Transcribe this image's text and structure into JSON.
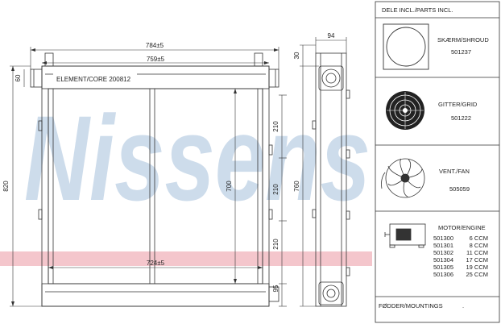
{
  "drawing": {
    "element_label": "ELEMENT/CORE 200812",
    "watermark": "Nissens",
    "dims": {
      "overall_width": "784±5",
      "inner_width": "759±5",
      "core_width": "724±5",
      "overall_height": "820",
      "core_height": "700",
      "top_tank": "60",
      "seg_a": "210",
      "seg_b": "210",
      "seg_c": "210",
      "bottom": "95",
      "side_width": "94",
      "side_top": "30",
      "side_height": "760"
    }
  },
  "panel": {
    "header": "DELE INCL./PARTS INCL.",
    "shroud": {
      "label": "SKÆRM/SHROUD",
      "code": "501237"
    },
    "grid": {
      "label": "GITTER/GRID",
      "code": "501222"
    },
    "fan": {
      "label": "VENT./FAN",
      "code": "505059"
    },
    "motor": {
      "label": "MOTOR/ENGINE",
      "rows": [
        {
          "code": "501300",
          "ccm": "6 CCM"
        },
        {
          "code": "501301",
          "ccm": "8 CCM"
        },
        {
          "code": "501302",
          "ccm": "11 CCM"
        },
        {
          "code": "501304",
          "ccm": "17 CCM"
        },
        {
          "code": "501305",
          "ccm": "19 CCM"
        },
        {
          "code": "501306",
          "ccm": "25 CCM"
        }
      ]
    },
    "mountings": {
      "label": "FØDDER/MOUNTINGS",
      "mark": "."
    }
  },
  "colors": {
    "watermark_blue": "#c5d6e8",
    "band_pink": "#f4c6cc",
    "line": "#333333"
  }
}
